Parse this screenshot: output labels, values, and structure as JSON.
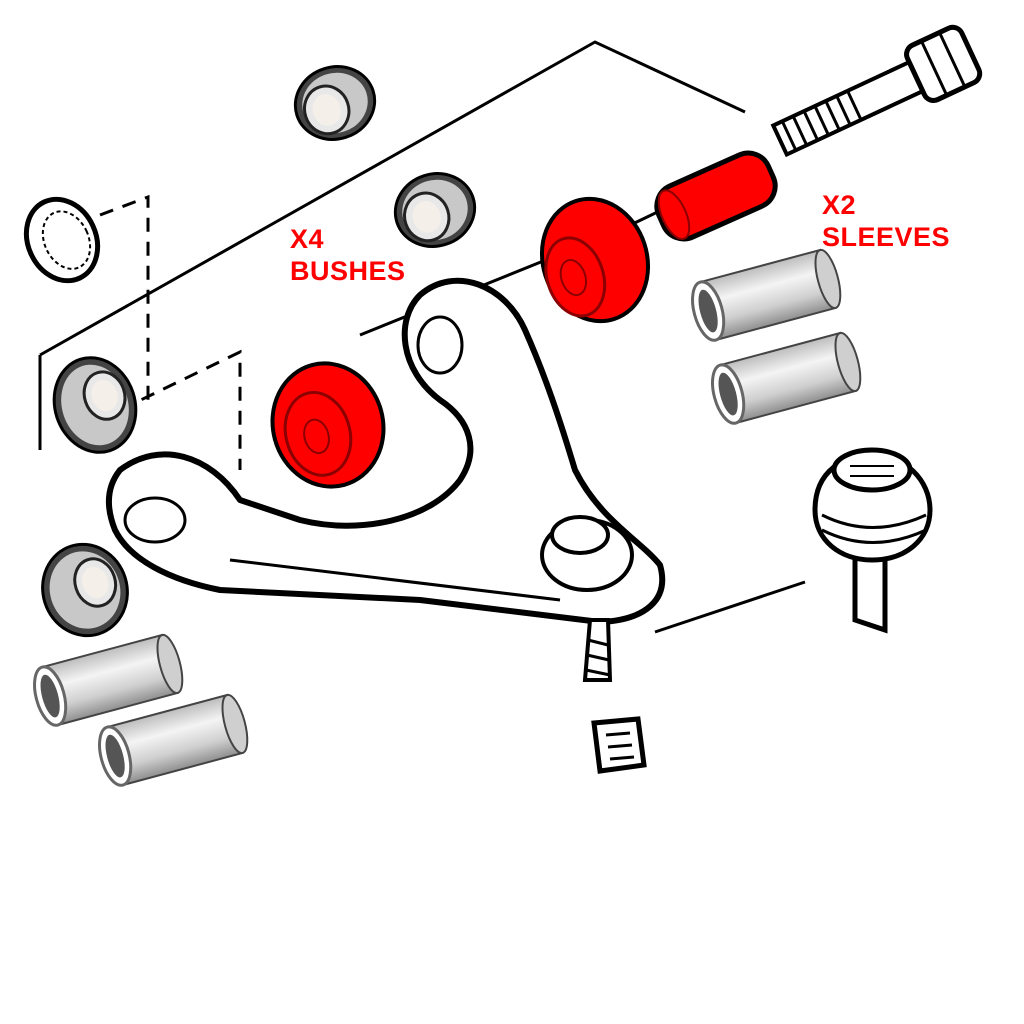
{
  "labels": {
    "bushes_count": "X4",
    "bushes_name": "BUSHES",
    "sleeves_count": "X2",
    "sleeves_name": "SLEEVES"
  },
  "colors": {
    "highlight": "#ff0000",
    "line": "#000000",
    "bush_body": "#cccccc",
    "sleeve_body": "#d9d9d9",
    "background": "#ffffff"
  },
  "parts": {
    "bushes": 4,
    "sleeves": 2,
    "highlighted_parts": [
      "front-bush-housing",
      "rear-bush-housing",
      "bolt-sleeve"
    ],
    "icons": [
      "bush-icon",
      "sleeve-icon",
      "bolt-icon",
      "nut-icon",
      "ball-joint-icon",
      "control-arm-icon"
    ]
  }
}
